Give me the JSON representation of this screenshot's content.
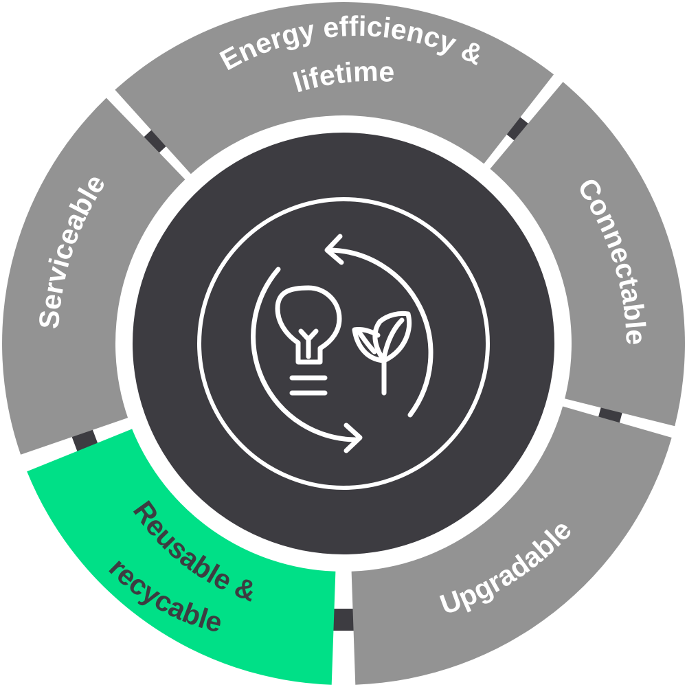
{
  "diagram": {
    "segments": [
      {
        "id": "energy",
        "lines": [
          "Energy efficiency &",
          "lifetime"
        ],
        "color": "#939393",
        "text_color": "#ffffff",
        "highlighted": false
      },
      {
        "id": "connectable",
        "lines": [
          "Connectable"
        ],
        "color": "#939393",
        "text_color": "#ffffff",
        "highlighted": false
      },
      {
        "id": "upgradable",
        "lines": [
          "Upgradable"
        ],
        "color": "#939393",
        "text_color": "#ffffff",
        "highlighted": false
      },
      {
        "id": "reusable",
        "lines": [
          "Reusable &",
          "recycable"
        ],
        "color": "#00e087",
        "text_color": "#3d3c41",
        "highlighted": true
      },
      {
        "id": "serviceable",
        "lines": [
          "Serviceable"
        ],
        "color": "#939393",
        "text_color": "#ffffff",
        "highlighted": false
      }
    ],
    "center": {
      "color": "#3d3c41",
      "icons": [
        "circular-arrows-icon",
        "light-bulb-icon",
        "leaf-icon"
      ]
    },
    "connector_color": "#3d3c41"
  }
}
